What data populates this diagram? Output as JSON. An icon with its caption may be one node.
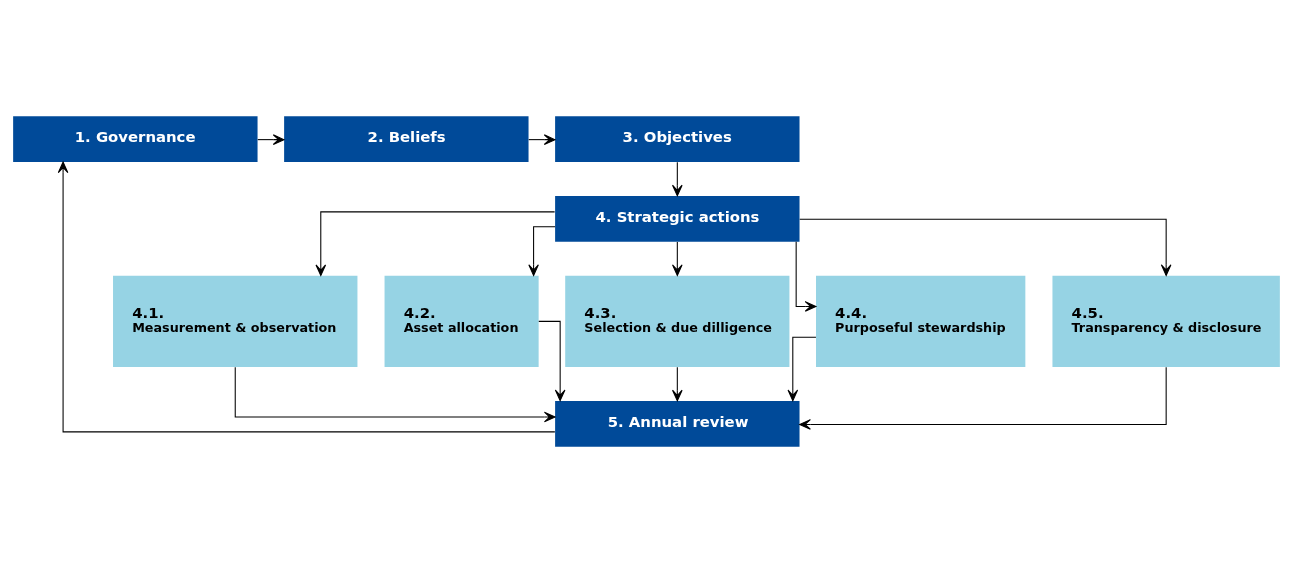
{
  "diagram": {
    "nodes": [
      {
        "text": [
          "1. Governance"
        ]
      },
      {
        "text": [
          "2. Beliefs"
        ]
      },
      {
        "text": [
          "3. Objectives"
        ]
      },
      {
        "text": [
          "4. Strategic actions"
        ]
      },
      {
        "text": [
          "4.1.",
          "Measurement & observation"
        ]
      },
      {
        "text": [
          "4.2.",
          "Asset allocation"
        ]
      },
      {
        "text": [
          "4.3.",
          "Selection & due dilligence"
        ]
      },
      {
        "text": [
          "4.4.",
          "Purposeful stewardship"
        ]
      },
      {
        "text": [
          "4.5.",
          "Transparency & disclosure"
        ]
      },
      {
        "text": [
          "5. Annual review"
        ]
      }
    ],
    "edges": [
      {
        "from": 0,
        "to": 1,
        "arrow": "to"
      },
      {
        "from": 1,
        "to": 2,
        "arrow": "to"
      },
      {
        "from": 2,
        "to": 3,
        "arrow": "to"
      },
      {
        "from": 3,
        "to": 4,
        "arrow": "to"
      },
      {
        "from": 3,
        "to": 5,
        "arrow": "to"
      },
      {
        "from": 3,
        "to": 6,
        "arrow": "to"
      },
      {
        "from": 3,
        "to": 7,
        "arrow": "to"
      },
      {
        "from": 3,
        "to": 8,
        "arrow": "to"
      },
      {
        "from": 4,
        "to": 9,
        "arrow": "to"
      },
      {
        "from": 5,
        "to": 9,
        "arrow": "to"
      },
      {
        "from": 6,
        "to": 9,
        "arrow": "to"
      },
      {
        "from": 7,
        "to": 9,
        "arrow": "to"
      },
      {
        "from": 8,
        "to": 9,
        "arrow": "to"
      },
      {
        "from": 9,
        "to": 0,
        "arrow": "to"
      }
    ]
  }
}
